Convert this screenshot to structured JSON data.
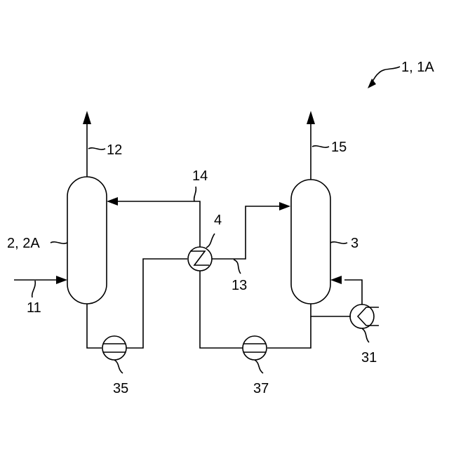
{
  "labels": {
    "system": "1, 1A",
    "stream_12": "12",
    "stream_14": "14",
    "stream_15": "15",
    "heat_exchanger": "4",
    "column_left": "2, 2A",
    "column_right": "3",
    "stream_13": "13",
    "stream_11": "11",
    "reboiler": "31",
    "pump_left": "35",
    "pump_right": "37"
  },
  "colors": {
    "line": "#000000",
    "background": "#ffffff"
  }
}
